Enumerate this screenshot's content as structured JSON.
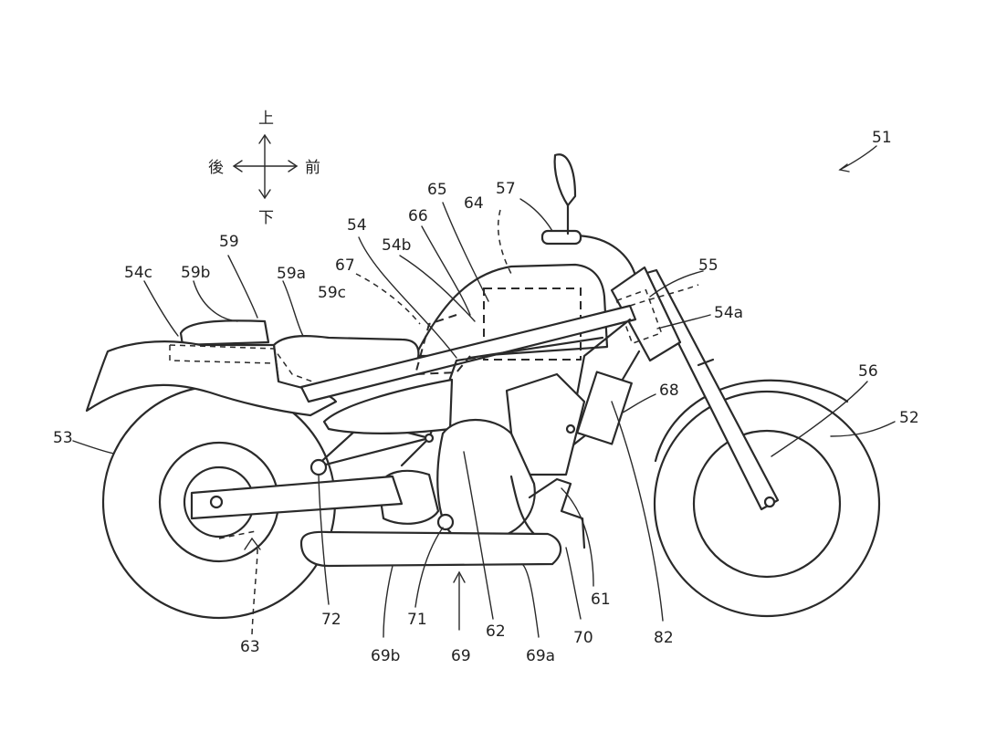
{
  "orientation": {
    "up": "上",
    "down": "下",
    "rear": "後",
    "front": "前"
  },
  "labels": {
    "n51": "51",
    "n52": "52",
    "n53": "53",
    "n54": "54",
    "n54a": "54a",
    "n54b": "54b",
    "n54c": "54c",
    "n55": "55",
    "n56": "56",
    "n57": "57",
    "n59": "59",
    "n59a": "59a",
    "n59b": "59b",
    "n59c": "59c",
    "n61": "61",
    "n62": "62",
    "n63": "63",
    "n64": "64",
    "n65": "65",
    "n66": "66",
    "n67": "67",
    "n68": "68",
    "n69": "69",
    "n69a": "69a",
    "n69b": "69b",
    "n70": "70",
    "n71": "71",
    "n72": "72",
    "n82": "82"
  }
}
